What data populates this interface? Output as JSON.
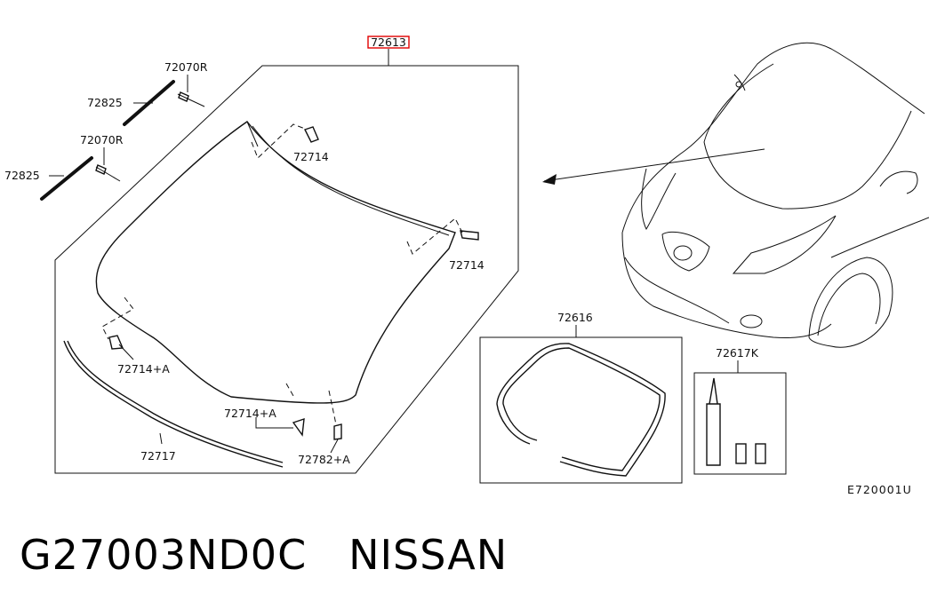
{
  "diagram": {
    "highlight_label": "72613",
    "labels": {
      "clip_r_top": "72070R",
      "holder_top": "72825",
      "clip_r_mid": "72070R",
      "holder_mid": "72825",
      "spacer_top": "72714",
      "spacer_right": "72714",
      "spacer_left_a": "72714+A",
      "spacer_bottom_a": "72714+A",
      "moulding": "72717",
      "stopper": "72782+A",
      "seal_kit": "72616",
      "adhesive_kit": "72617K"
    },
    "figure_code": "E720001U"
  },
  "footer": {
    "part_number": "G27003ND0C",
    "brand": "NISSAN"
  },
  "colors": {
    "highlight": "#e00000",
    "line": "#111111"
  }
}
